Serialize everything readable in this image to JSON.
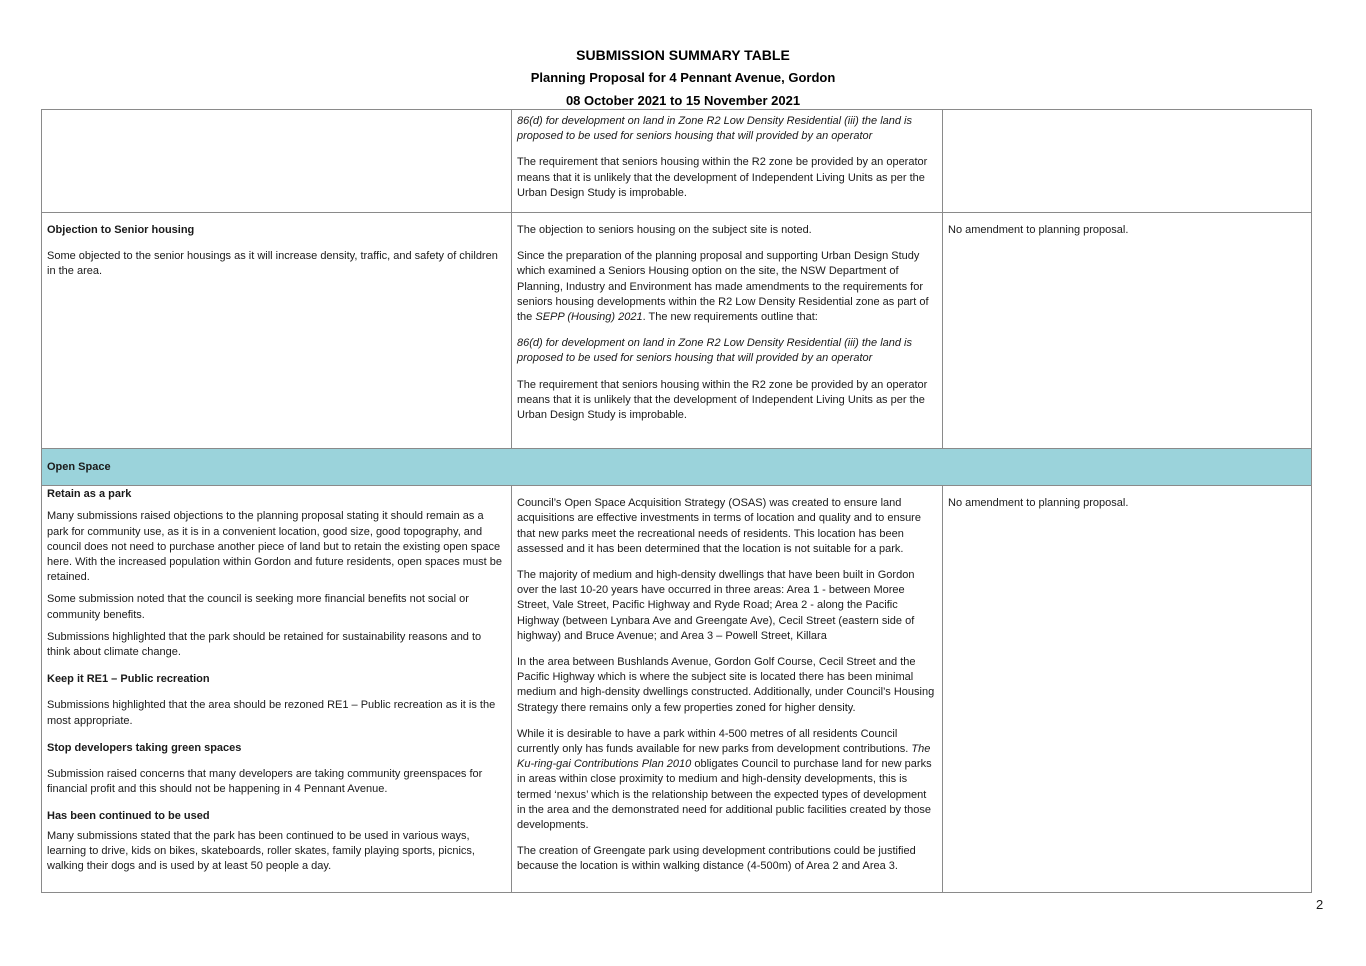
{
  "header": {
    "title": "SUBMISSION SUMMARY TABLE",
    "subtitle": "Planning Proposal for 4 Pennant Avenue, Gordon",
    "dates": "08 October 2021 to 15 November 2021"
  },
  "row1": {
    "col2": {
      "p1": "86(d) for development on land in Zone R2 Low Density Residential (iii) the land is proposed to be used for seniors housing that will provided by an operator",
      "p2": "The requirement that seniors housing within the R2 zone be provided by an operator means that it is unlikely that the development of Independent Living Units as per the Urban Design Study is improbable."
    }
  },
  "row2": {
    "col1": {
      "heading": "Objection to Senior housing",
      "p1": "Some objected to the senior housings as it will increase density, traffic, and safety of children in the area."
    },
    "col2": {
      "p1": "The objection to seniors housing on the subject site is noted.",
      "p2_a": "Since the preparation of the planning proposal and supporting Urban Design Study which examined a Seniors Housing option on the site, the NSW Department of Planning, Industry and Environment has made amendments to the requirements for seniors housing developments within the R2 Low Density Residential zone as part of the ",
      "p2_italic": "SEPP (Housing) 2021",
      "p2_b": ". The new requirements outline that:",
      "p3": "86(d) for development on land in Zone R2 Low Density Residential (iii) the land is proposed to be used for seniors housing that will provided by an operator",
      "p4": "The requirement that seniors housing within the R2 zone be provided by an operator means that it is unlikely that the development of Independent Living Units as per the Urban Design Study is improbable."
    },
    "col3": "No amendment to planning proposal."
  },
  "section": {
    "label": "Open Space"
  },
  "row3": {
    "col1": {
      "h1": "Retain as a park",
      "p1": "Many submissions raised objections to the planning proposal stating it should remain as a park for community use, as it is in a convenient location, good size, good topography, and council does not need to purchase another piece of land but to retain the existing open space here. With the increased population within Gordon and future residents, open spaces must be retained.",
      "p2": "Some submission noted that the council is seeking more financial benefits not social or community benefits.",
      "p3": "Submissions highlighted that the park should be retained for sustainability reasons and to think about climate change.",
      "h2": "Keep it RE1 – Public recreation",
      "p4": "Submissions highlighted that the area should be rezoned RE1 – Public recreation as it is the most appropriate.",
      "h3": "Stop developers taking green spaces",
      "p5": "Submission raised concerns that many developers are taking community greenspaces for financial profit and this should not be happening in 4 Pennant Avenue.",
      "h4": "Has been continued to be used",
      "p6": "Many submissions stated that the park has been continued to be used in various ways, learning to drive, kids on bikes, skateboards, roller skates, family playing sports, picnics, walking their dogs and is used by at least 50 people a day."
    },
    "col2": {
      "p1": "Council’s Open Space Acquisition Strategy (OSAS) was created to ensure land acquisitions are effective investments in terms of location and quality and to ensure that new parks meet the recreational needs of residents. This location has been assessed and it has been determined that the location is not suitable for a park.",
      "p2": "The majority of medium and high-density dwellings that have been built in Gordon over the last 10-20 years have occurred in three areas: Area 1 - between Moree Street, Vale Street, Pacific Highway and Ryde Road; Area 2 - along the Pacific Highway (between Lynbara Ave and Greengate Ave), Cecil Street (eastern side of highway) and Bruce Avenue; and Area 3 – Powell Street, Killara",
      "p3": "In the area between Bushlands Avenue, Gordon Golf Course, Cecil Street and the Pacific Highway which is where the subject site is located there has been minimal medium and high-density dwellings constructed. Additionally, under Council’s Housing Strategy there remains only a few properties zoned for higher density.",
      "p4_a": "While it is desirable to have a park within 4-500 metres of all residents Council currently only has funds available for new parks from development contributions. ",
      "p4_italic": "The Ku-ring-gai Contributions Plan 2010",
      "p4_b": " obligates Council to purchase land for new parks in areas within close proximity to medium and high-density developments, this is termed ‘nexus’ which is the relationship between the expected types of development in the area and the demonstrated need for additional public facilities created by those developments.",
      "p5": "The creation of Greengate park using development contributions could be justified because the location is within walking distance (4-500m) of Area 2 and Area 3."
    },
    "col3": "No amendment to planning proposal."
  },
  "page_number": "2"
}
